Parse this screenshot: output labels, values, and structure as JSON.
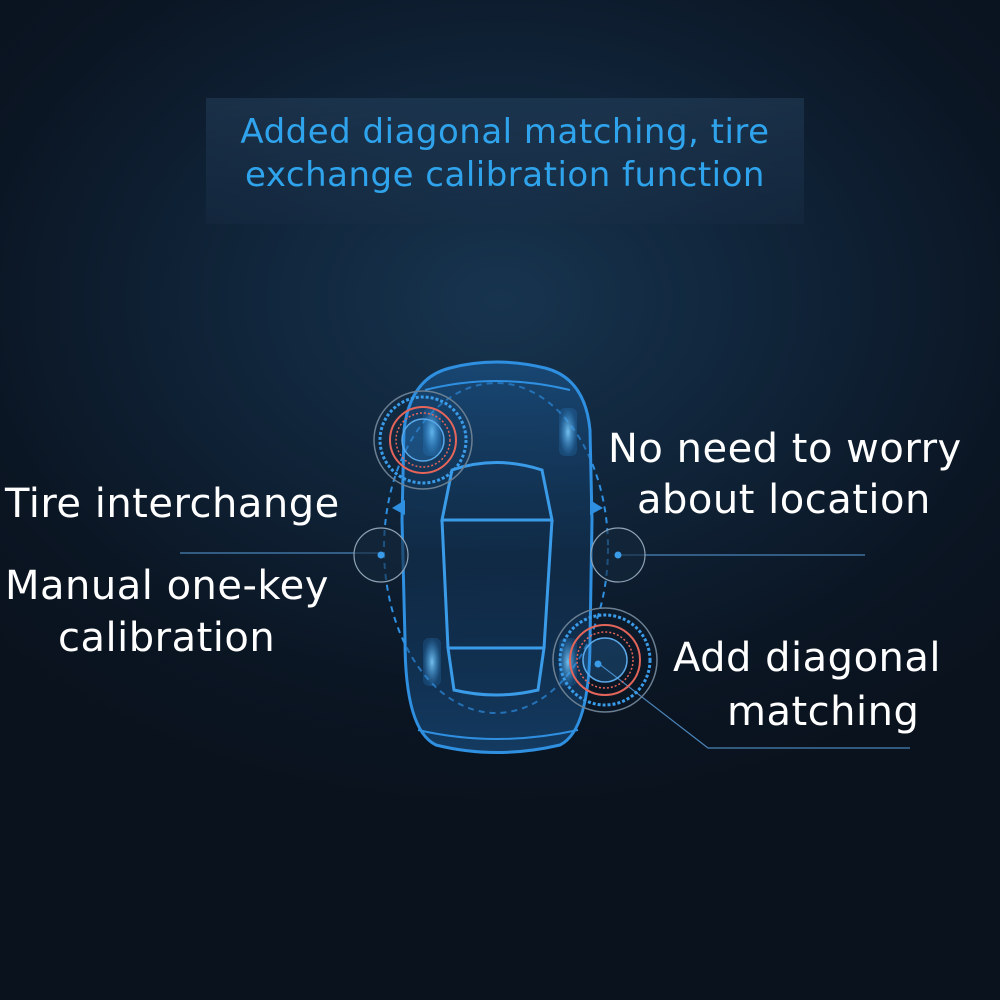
{
  "banner": {
    "line1": "Added diagonal matching, tire",
    "line2": "exchange calibration function"
  },
  "labels": {
    "tire_interchange": "Tire interchange",
    "manual_line1": "Manual one-key",
    "manual_line2": "calibration",
    "no_worry_line1": "No need to worry",
    "no_worry_line2": "about location",
    "diagonal_line1": "Add diagonal",
    "diagonal_line2": "matching"
  },
  "colors": {
    "accent_blue": "#2fa4ec",
    "car_outline": "#2f8fe0",
    "tire_ring": "#e4655a",
    "text_white": "#ffffff"
  },
  "icons": [
    "car-top-view-icon",
    "tire-sensor-icon",
    "sensor-dot-icon"
  ]
}
